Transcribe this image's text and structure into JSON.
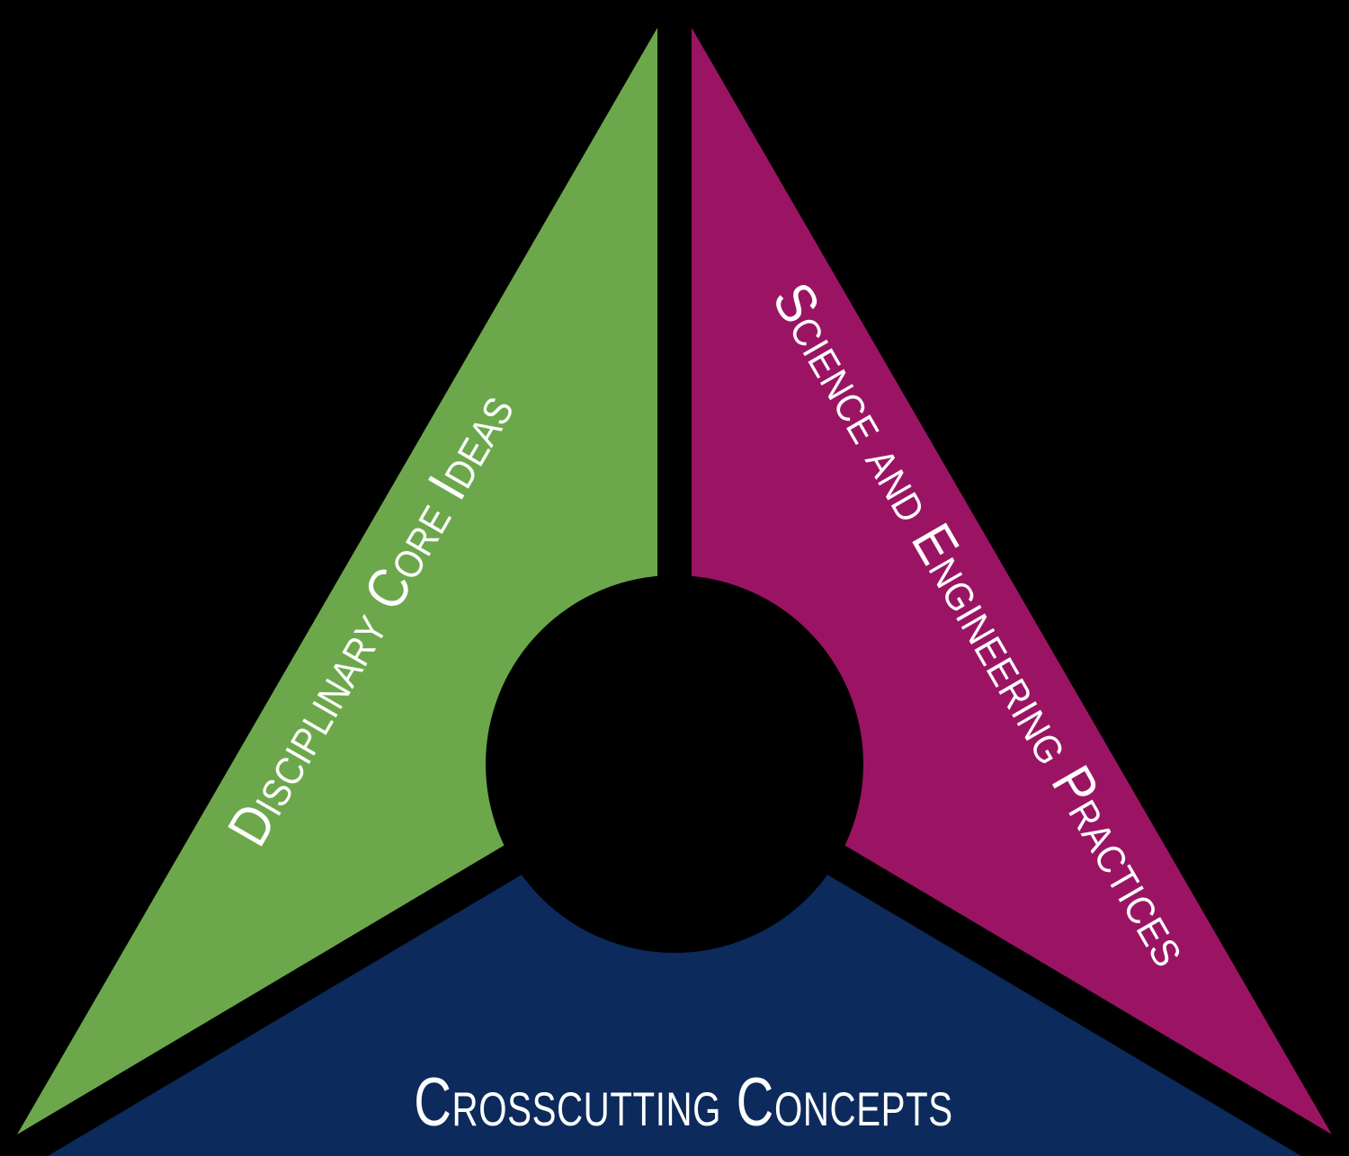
{
  "background_color": "#000000",
  "divider_color": "#000000",
  "center_hole_color": "#000000",
  "text_color": "#FFFFFF",
  "diagram": {
    "sections": [
      {
        "id": "disciplinary-core-ideas",
        "label": "Disciplinary Core Ideas",
        "color": "#6CA84B",
        "text_color": "#FFFFFF",
        "position": "left",
        "rotation_deg": -60
      },
      {
        "id": "science-and-engineering-practices",
        "label": "Science and Engineering Practices",
        "color": "#9B1464",
        "text_color": "#FFFFFF",
        "position": "right",
        "rotation_deg": 60
      },
      {
        "id": "crosscutting-concepts",
        "label": "Crosscutting Concepts",
        "color": "#0C2A5C",
        "text_color": "#FFFFFF",
        "position": "bottom",
        "rotation_deg": 0
      }
    ]
  }
}
